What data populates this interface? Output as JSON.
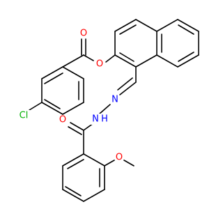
{
  "molecule": {
    "atoms": {
      "o_carbonyl_ester": {
        "text": "O",
        "color": "#ff0000"
      },
      "o_ester": {
        "text": "O",
        "color": "#ff0000"
      },
      "cl": {
        "text": "Cl",
        "color": "#00b000"
      },
      "n_imine": {
        "text": "N",
        "color": "#0000ff"
      },
      "n_amide": {
        "text": "N",
        "color": "#0000ff"
      },
      "h_amide": {
        "text": "H",
        "color": "#0000ff"
      },
      "o_carbonyl_amide": {
        "text": "O",
        "color": "#ff0000"
      },
      "o_methoxy": {
        "text": "O",
        "color": "#ff0000"
      }
    },
    "colors": {
      "bond": "#000000",
      "background": "#ffffff"
    }
  }
}
